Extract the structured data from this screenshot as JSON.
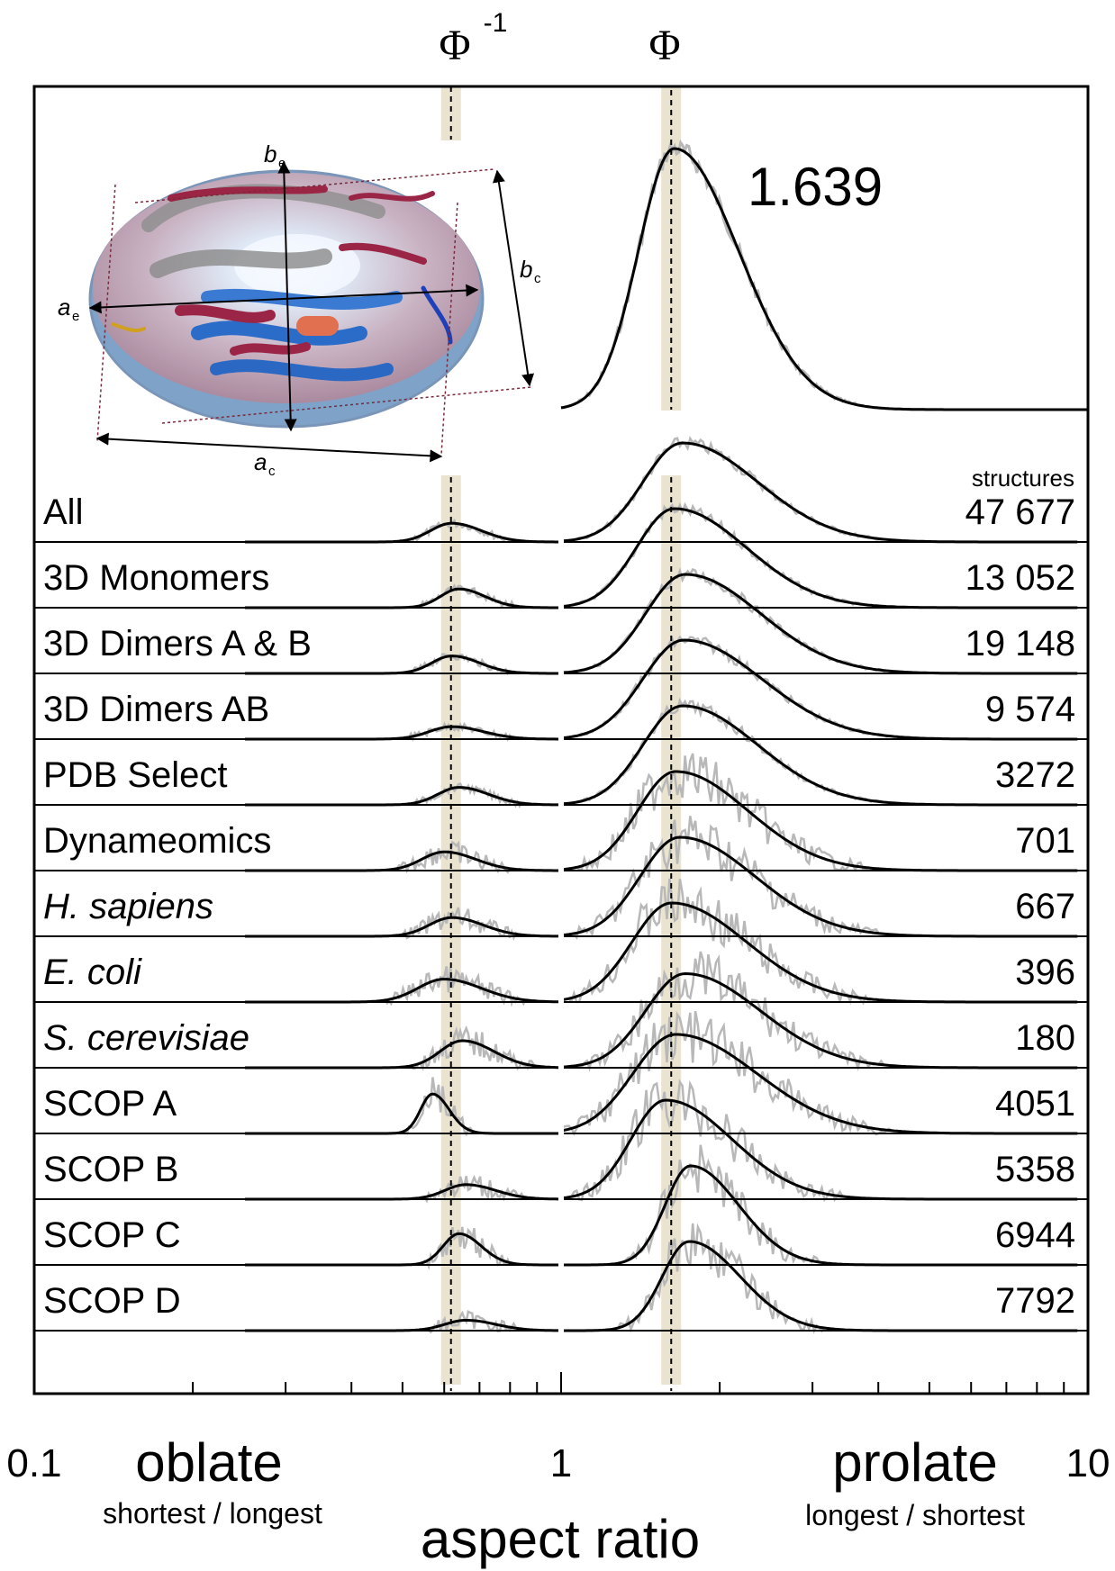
{
  "chart_data": {
    "type": "line",
    "x_scale": "log",
    "xlim": [
      0.1,
      10
    ],
    "x_ticks": [
      "0.1",
      "1",
      "10"
    ],
    "xlabel": "aspect ratio",
    "left_label": "oblate",
    "left_sublabel": "shortest / longest",
    "right_label": "prolate",
    "right_sublabel": "longest / shortest",
    "phi_label": "Φ",
    "phi_inv_label": "Φ",
    "phi_inv_exponent": "-1",
    "phi_value": 1.618,
    "phi_inv_value": 0.618,
    "top_value_label": "1.639",
    "structures_header": "structures",
    "top_panel": {
      "peak": 1.639,
      "prolate_width": 0.22
    },
    "rows": [
      {
        "name": "All",
        "italic": false,
        "count": "47 677",
        "oblate_peak": 0.62,
        "oblate_amp": 0.45,
        "oblate_width": 0.16,
        "prolate_peak": 1.7,
        "prolate_amp": 1.0,
        "prolate_width": 0.25
      },
      {
        "name": "3D Monomers",
        "italic": false,
        "count": "13 052",
        "oblate_peak": 0.64,
        "oblate_amp": 0.45,
        "oblate_width": 0.14,
        "prolate_peak": 1.64,
        "prolate_amp": 1.0,
        "prolate_width": 0.24
      },
      {
        "name": "3D Dimers A & B",
        "italic": false,
        "count": "19 148",
        "oblate_peak": 0.62,
        "oblate_amp": 0.42,
        "oblate_width": 0.15,
        "prolate_peak": 1.72,
        "prolate_amp": 1.0,
        "prolate_width": 0.25
      },
      {
        "name": "3D Dimers AB",
        "italic": false,
        "count": "9 574",
        "oblate_peak": 0.62,
        "oblate_amp": 0.3,
        "oblate_width": 0.17,
        "prolate_peak": 1.71,
        "prolate_amp": 1.0,
        "prolate_width": 0.26
      },
      {
        "name": "PDB Select",
        "italic": false,
        "count": "3272",
        "oblate_peak": 0.64,
        "oblate_amp": 0.42,
        "oblate_width": 0.16,
        "prolate_peak": 1.7,
        "prolate_amp": 1.0,
        "prolate_width": 0.25
      },
      {
        "name": "Dynameomics",
        "italic": false,
        "count": "701",
        "oblate_peak": 0.6,
        "oblate_amp": 0.45,
        "oblate_width": 0.17,
        "prolate_peak": 1.65,
        "prolate_amp": 1.0,
        "prolate_width": 0.24
      },
      {
        "name": "H. sapiens",
        "italic": true,
        "count": "667",
        "oblate_peak": 0.62,
        "oblate_amp": 0.45,
        "oblate_width": 0.17,
        "prolate_peak": 1.68,
        "prolate_amp": 1.0,
        "prolate_width": 0.25
      },
      {
        "name": "E. coli",
        "italic": true,
        "count": "396",
        "oblate_peak": 0.6,
        "oblate_amp": 0.55,
        "oblate_width": 0.2,
        "prolate_peak": 1.62,
        "prolate_amp": 1.0,
        "prolate_width": 0.25
      },
      {
        "name": "S. cerevisiae",
        "italic": true,
        "count": "180",
        "oblate_peak": 0.65,
        "oblate_amp": 0.65,
        "oblate_width": 0.17,
        "prolate_peak": 1.72,
        "prolate_amp": 0.95,
        "prolate_width": 0.25
      },
      {
        "name": "SCOP A",
        "italic": false,
        "count": "4051",
        "oblate_peak": 0.57,
        "oblate_amp": 0.95,
        "oblate_width": 0.09,
        "prolate_peak": 1.65,
        "prolate_amp": 1.0,
        "prolate_width": 0.27
      },
      {
        "name": "SCOP B",
        "italic": false,
        "count": "5358",
        "oblate_peak": 0.66,
        "oblate_amp": 0.35,
        "oblate_width": 0.16,
        "prolate_peak": 1.58,
        "prolate_amp": 1.0,
        "prolate_width": 0.22
      },
      {
        "name": "SCOP C",
        "italic": false,
        "count": "6944",
        "oblate_peak": 0.64,
        "oblate_amp": 0.75,
        "oblate_width": 0.12,
        "prolate_peak": 1.76,
        "prolate_amp": 1.0,
        "prolate_width": 0.16
      },
      {
        "name": "SCOP D",
        "italic": false,
        "count": "7792",
        "oblate_peak": 0.66,
        "oblate_amp": 0.25,
        "oblate_width": 0.16,
        "prolate_peak": 1.75,
        "prolate_amp": 0.9,
        "prolate_width": 0.17
      }
    ],
    "inset_labels": {
      "be": "b",
      "be_sub": "e",
      "bc": "b",
      "bc_sub": "c",
      "ae": "a",
      "ae_sub": "e",
      "ac": "a",
      "ac_sub": "c"
    },
    "colors": {
      "fit": "#000000",
      "data": "#b8b8b8",
      "band": "#e9e3cf"
    }
  }
}
